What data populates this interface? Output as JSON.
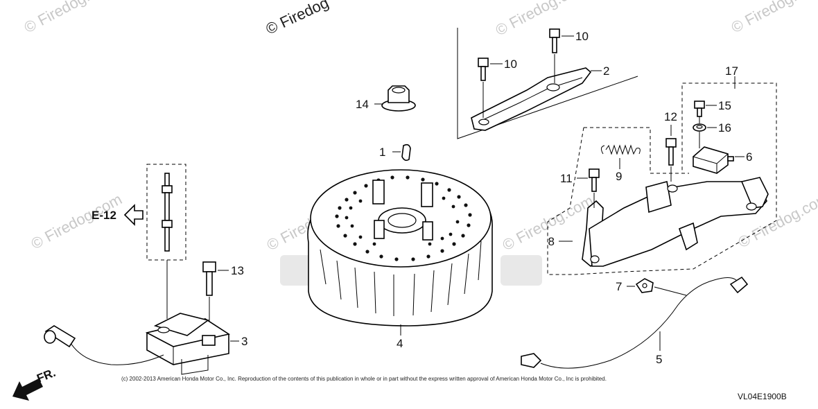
{
  "watermark": {
    "text": "© Firedog.com",
    "header_text": "© Firedog"
  },
  "callouts": {
    "p1": "1",
    "p2": "2",
    "p3": "3",
    "p4": "4",
    "p5": "5",
    "p6": "6",
    "p7": "7",
    "p8": "8",
    "p9": "9",
    "p10a": "10",
    "p10b": "10",
    "p11": "11",
    "p12": "12",
    "p13": "13",
    "p14": "14",
    "p15": "15",
    "p16": "16",
    "p17": "17"
  },
  "reference": {
    "label": "E-12"
  },
  "front": {
    "label": "FR."
  },
  "copyright": "(c) 2002-2013 American Honda Motor Co., Inc. Reproduction of the contents of this publication in whole or in part without the express written approval of American Honda Motor Co., Inc is prohibited.",
  "diagram_code": "VL04E1900B",
  "colors": {
    "line": "#000000",
    "watermark": "#c8c8c8",
    "background": "#ffffff"
  }
}
